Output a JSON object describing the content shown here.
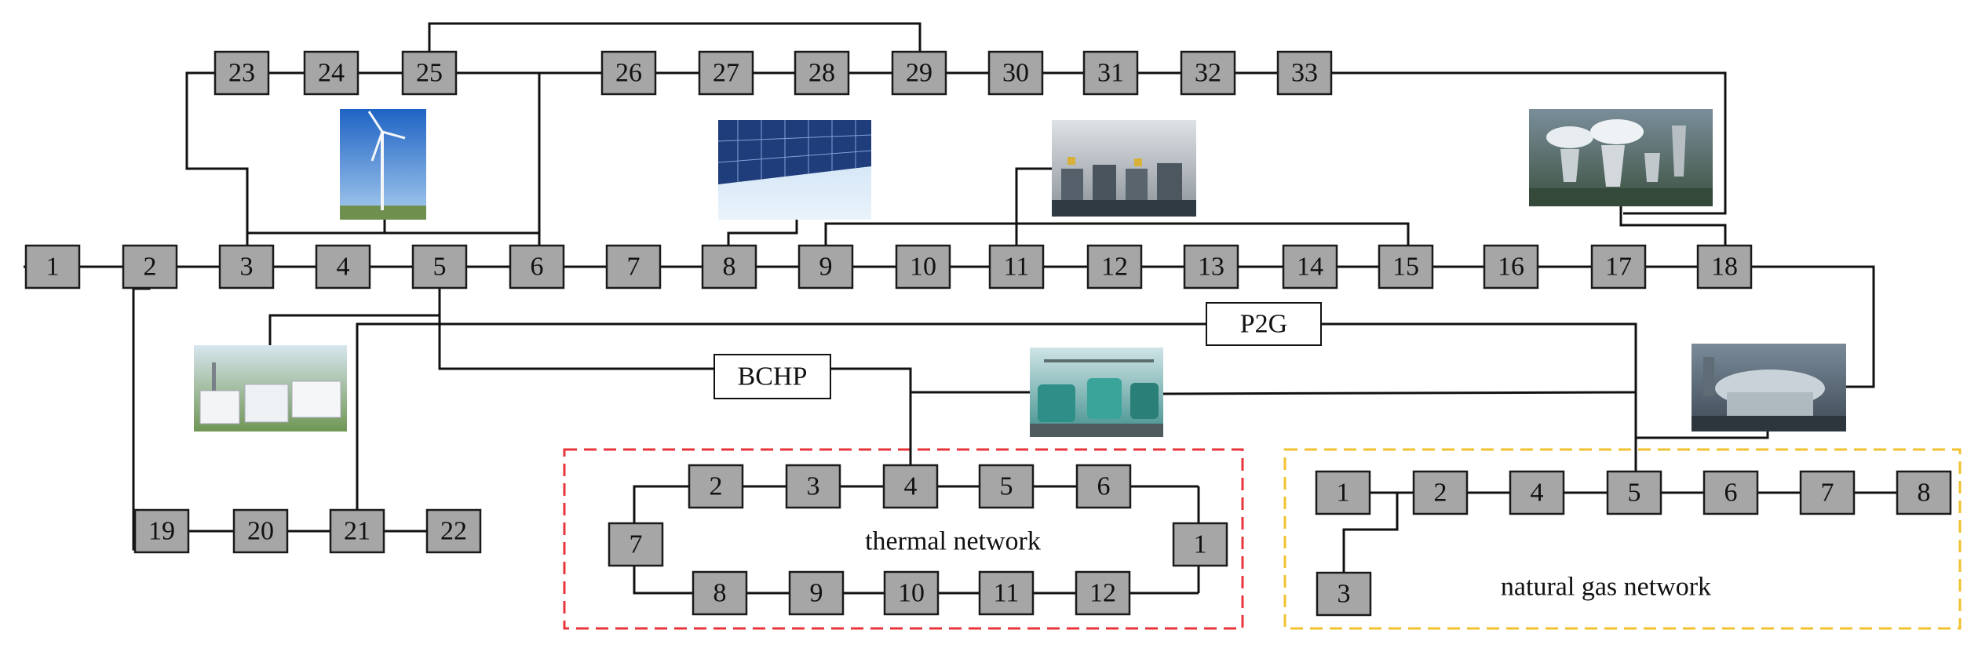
{
  "electric_nodes": [
    "1",
    "2",
    "3",
    "4",
    "5",
    "6",
    "7",
    "8",
    "9",
    "10",
    "11",
    "12",
    "13",
    "14",
    "15",
    "16",
    "17",
    "18",
    "19",
    "20",
    "21",
    "22",
    "23",
    "24",
    "25",
    "26",
    "27",
    "28",
    "29",
    "30",
    "31",
    "32",
    "33"
  ],
  "thermal_nodes": [
    "1",
    "2",
    "3",
    "4",
    "5",
    "6",
    "7",
    "8",
    "9",
    "10",
    "11",
    "12"
  ],
  "gas_nodes": [
    "1",
    "2",
    "3",
    "4",
    "5",
    "6",
    "7",
    "8"
  ],
  "labels": {
    "p2g": "P2G",
    "bchp": "BCHP",
    "thermal_network": "thermal network",
    "gas_network": "natural gas network"
  },
  "pictures": {
    "wind": "wind-turbine-photo",
    "solar": "solar-panel-photo",
    "factory": "factory-hall-photo",
    "power_plant": "cooling-tower-plant-photo",
    "storage": "battery-storage-photo",
    "p2g_unit": "p2g-equipment-photo",
    "gas_turbine": "gas-turbine-photo"
  },
  "colors": {
    "node_fill": "#a6a6a6",
    "thermal_border": "#e8343a",
    "gas_border": "#f2c12e"
  }
}
